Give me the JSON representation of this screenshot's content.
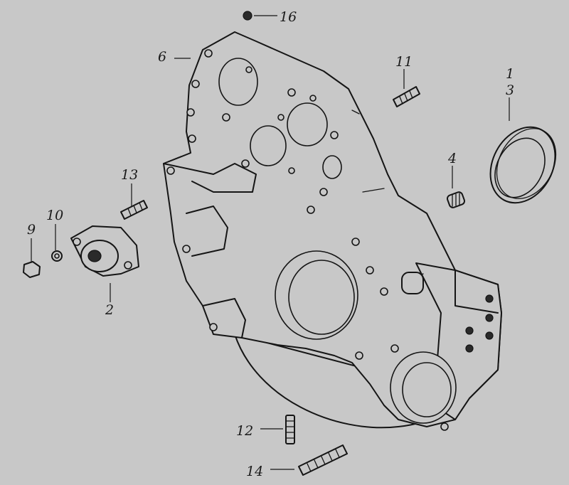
{
  "diagram": {
    "callouts": [
      {
        "id": "c1",
        "label": "1"
      },
      {
        "id": "c3",
        "label": "3"
      },
      {
        "id": "c4",
        "label": "4"
      },
      {
        "id": "c6",
        "label": "6"
      },
      {
        "id": "c11",
        "label": "11"
      },
      {
        "id": "c16",
        "label": "16"
      },
      {
        "id": "c13",
        "label": "13"
      },
      {
        "id": "c9",
        "label": "9"
      },
      {
        "id": "c10",
        "label": "10"
      },
      {
        "id": "c2",
        "label": "2"
      },
      {
        "id": "c12",
        "label": "12"
      },
      {
        "id": "c14",
        "label": "14"
      }
    ]
  }
}
